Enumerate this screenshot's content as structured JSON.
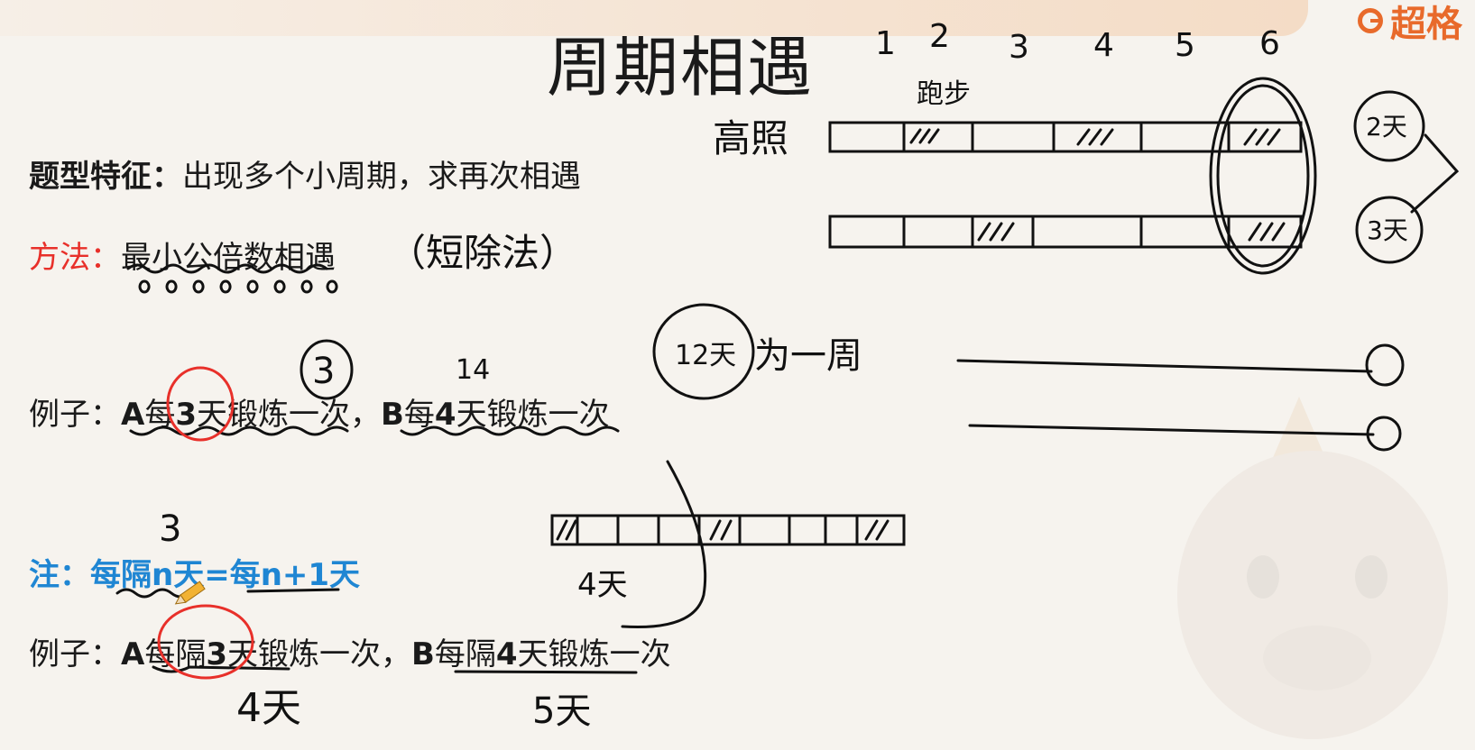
{
  "brand": "超格",
  "title": "周期相遇",
  "feature": {
    "label": "题型特征：",
    "text": "出现多个小周期，求再次相遇"
  },
  "method": {
    "label": "方法：",
    "text": "最小公倍数相遇"
  },
  "example1": {
    "prefix": "例子：",
    "a": "A",
    "a_mid1": "每",
    "a_num": "3",
    "a_mid2": "天锻炼一次，",
    "b": "B",
    "b_mid1": "每",
    "b_num": "4",
    "b_mid2": "天锻炼一次"
  },
  "note": {
    "text": "注：每隔n天=每n+1天"
  },
  "example2": {
    "prefix": "例子：",
    "a": "A",
    "a_mid1": "每隔",
    "a_num": "3",
    "a_mid2": "天锻炼一次，",
    "b": "B",
    "b_mid1": "每隔",
    "b_num": "4",
    "b_mid2": "天锻炼一次"
  },
  "handwriting": {
    "short_division": "（短除法）",
    "circle3": "3",
    "circle14": "14",
    "cycle": "12天",
    "cycle_rest": "为一周",
    "gaozhao": "高照",
    "paobu": "跑步",
    "two_days": "2天",
    "three_days": "3天",
    "n1": "1",
    "n2": "2",
    "n3": "3",
    "n4": "4",
    "n5": "5",
    "n6": "6",
    "note_3": "3",
    "four_days_mid": "4天",
    "four_days": "4天",
    "five_days": "5天"
  }
}
